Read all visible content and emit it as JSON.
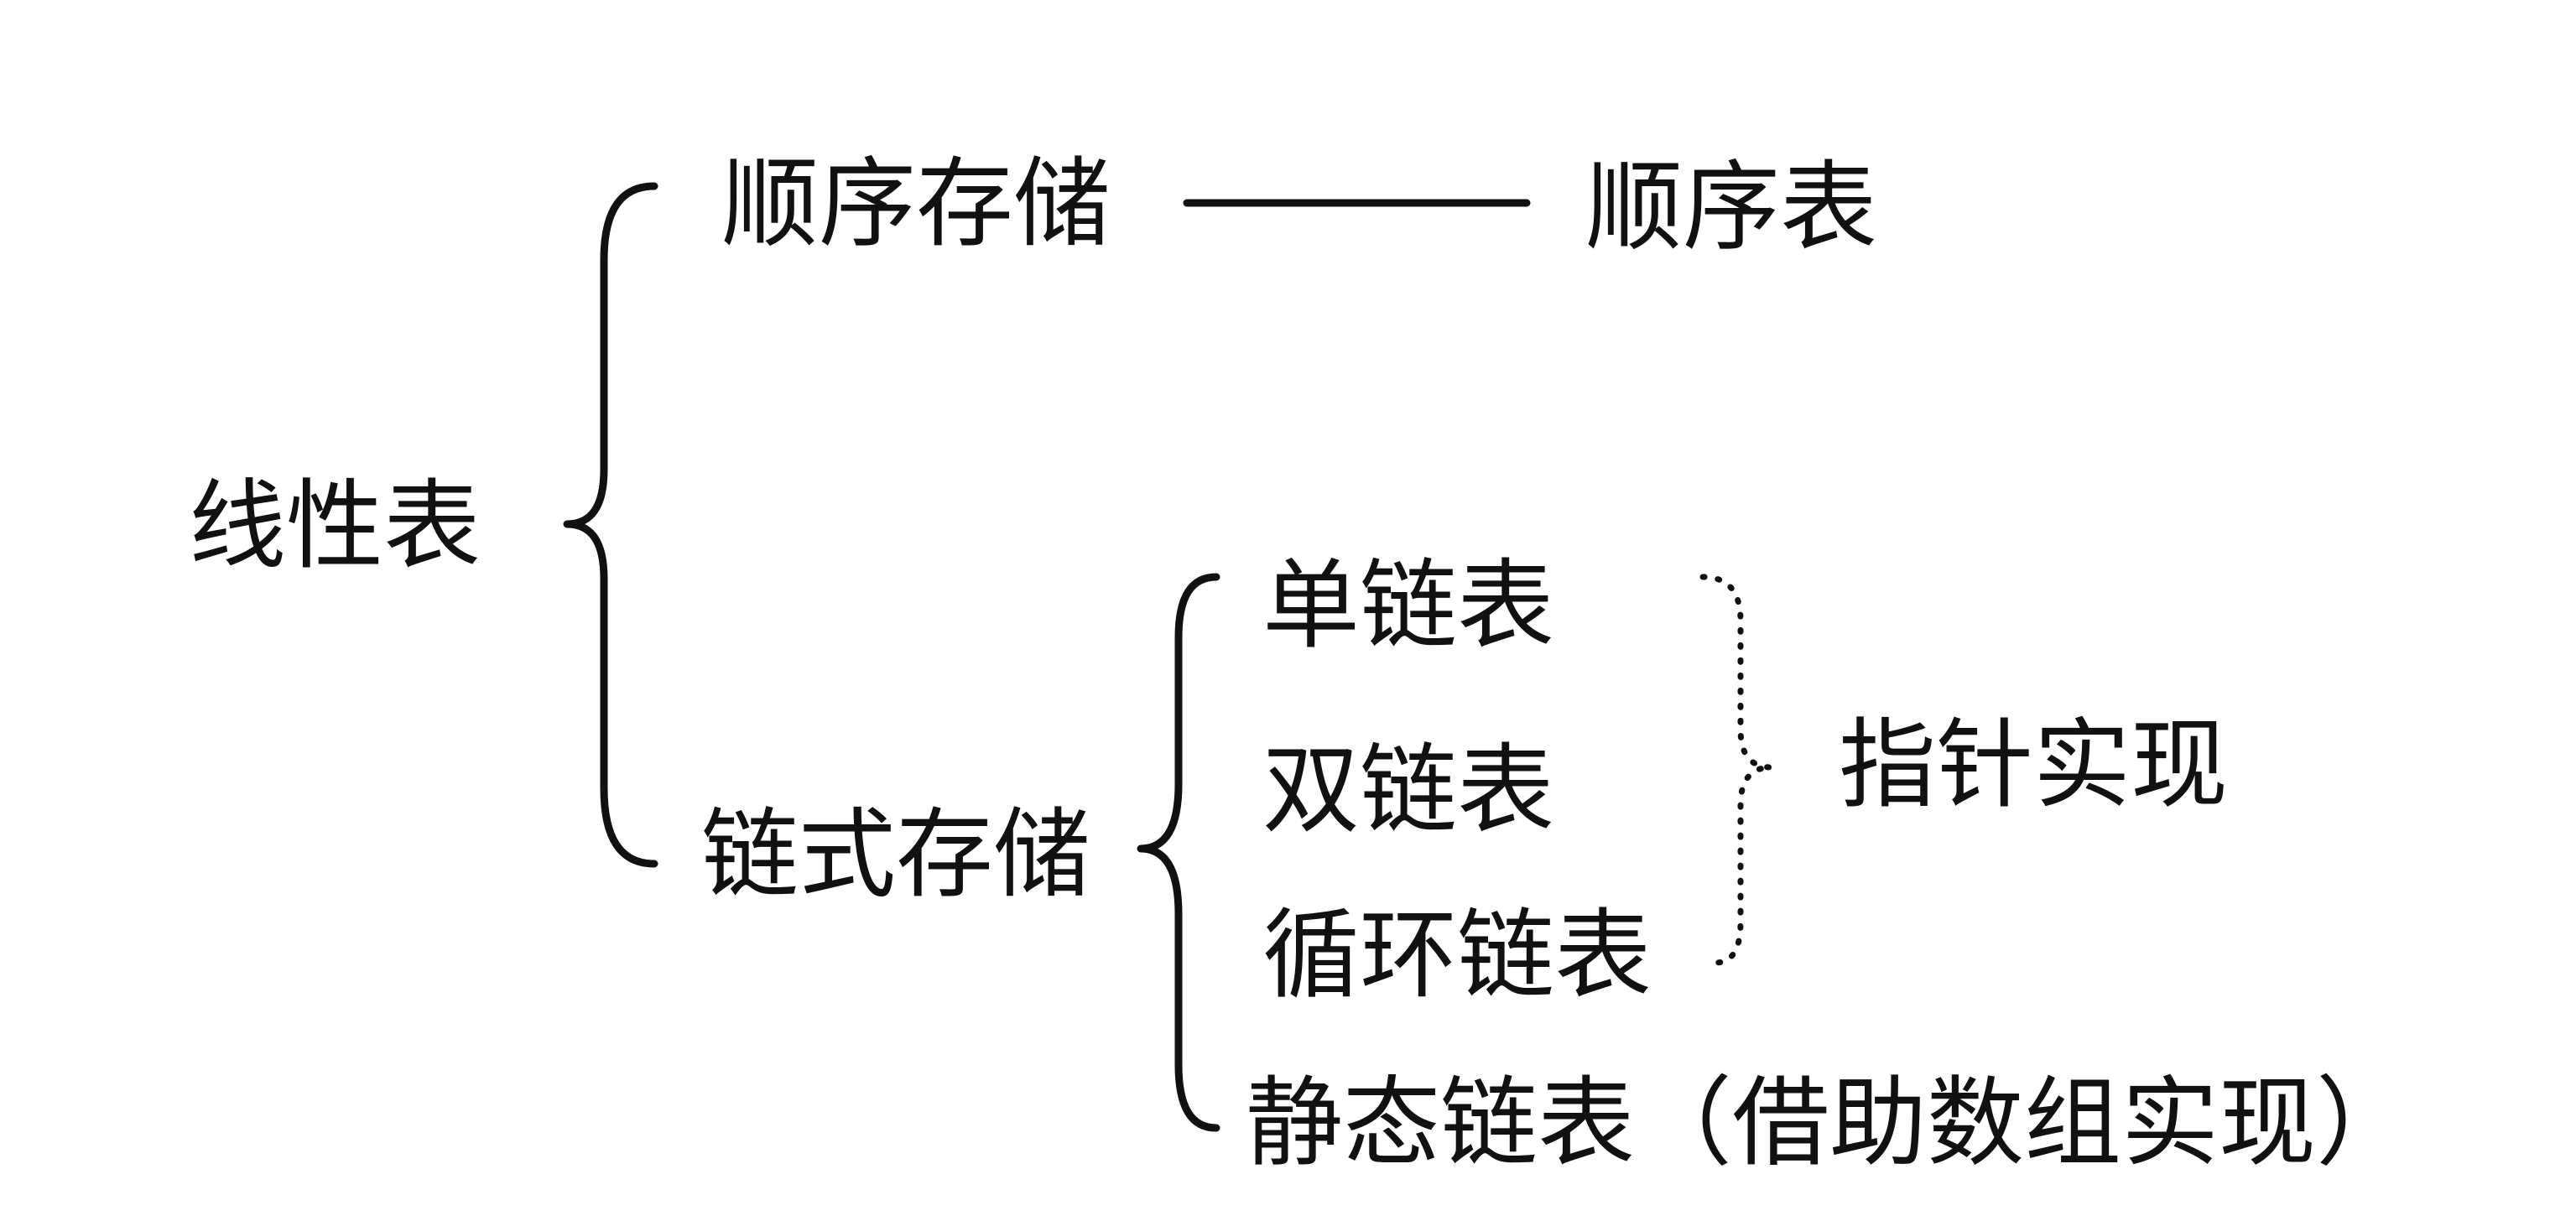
{
  "diagram": {
    "root": "线性表",
    "sequential": {
      "label": "顺序存储",
      "result": "顺序表"
    },
    "linked": {
      "label": "链式存储",
      "children": [
        "单链表",
        "双链表",
        "循环链表"
      ],
      "static": "静态链表（借助数组实现）"
    },
    "pointer_group": "指针实现"
  },
  "colors": {
    "ink": "#111111",
    "background": "#ffffff"
  }
}
